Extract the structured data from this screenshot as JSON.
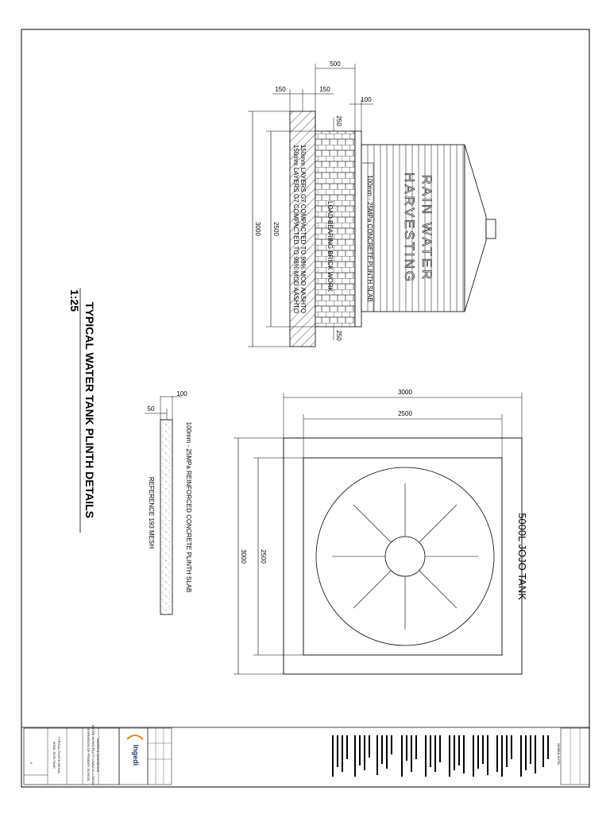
{
  "drawing": {
    "title": "TYPICAL WATER TANK  PLINTH DETAILS",
    "scale": "1:25"
  },
  "section": {
    "dims": {
      "top_width": "500",
      "left_a": "150",
      "left_b": "150",
      "slab_overhang": "100",
      "brick_top": "250",
      "brick_bottom": "250",
      "overall_height": "3000",
      "inner_height": "2500"
    },
    "callouts": {
      "slab": "100mm - 25MPa CONCRETE PLINTH SLAB",
      "brickwork": "LOAD BEARING BRICK WORK",
      "layer1": "150mm LAYERS G7 COMPACTED TO 98% MOD AASHTO",
      "layer2": "150mm LAYERS G7 COMPACTED TO 98% MOD AASHTO"
    },
    "tank_text": {
      "line1": "RAIN WATER",
      "line2": "HARVESTING"
    }
  },
  "slab_detail": {
    "dims": {
      "thickness": "100",
      "cover": "50"
    },
    "callout": "100mm - 25MPa REINFORCED CONCRETE PLINTH SLAB",
    "reference": "REFERENCE 193 MESH"
  },
  "plan": {
    "dims": {
      "outer_width": "3000",
      "inner_width": "2500",
      "outer_height": "3000",
      "inner_height": "2500"
    },
    "tank_label": "5000L JOJO TANK"
  },
  "title_block": {
    "client_lines": [
      "EXPANSION OF PRIMARY SCHOOL",
      "INGWE MUNICIPALITY KWAZULU-NATAL",
      "WATER & SANITATION"
    ],
    "drawing_lines": [
      "5000L JOJO TANK",
      "TYPICAL PLINTH DETAIL"
    ],
    "logo_text": "Ingedi",
    "revision": "0",
    "notes_heading": "GENERAL NOTES"
  }
}
